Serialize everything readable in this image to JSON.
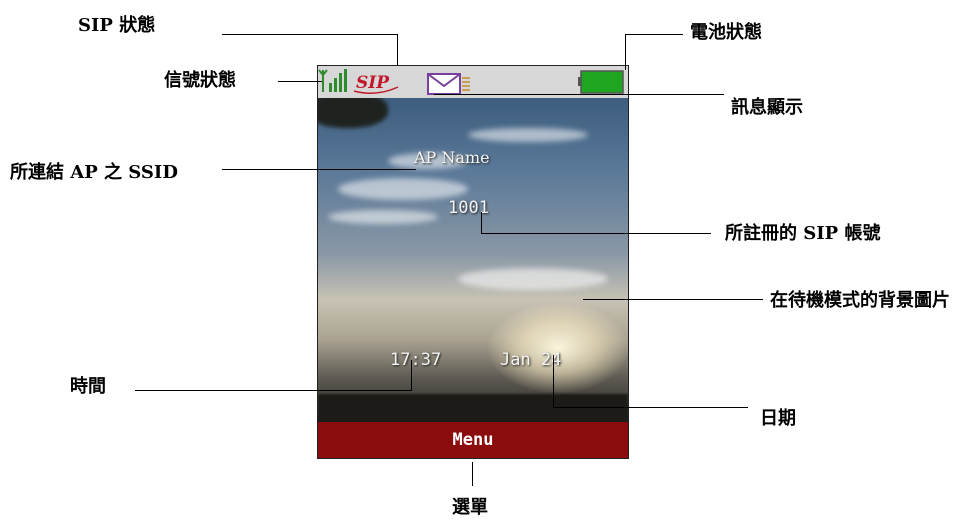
{
  "callouts": {
    "sip_status": "SIP 狀態",
    "battery_status": "電池狀態",
    "signal_status": "信號狀態",
    "message_display": "訊息顯示",
    "connected_ap_ssid": "所連結 AP 之 SSID",
    "registered_sip_account": "所註冊的 SIP 帳號",
    "idle_background": "在待機模式的背景圖片",
    "time": "時間",
    "date": "日期",
    "menu_key": "選單"
  },
  "phone": {
    "sip_icon_text": "SIP",
    "ap_name": "AP Name",
    "sip_account": "1001",
    "time": "17:37",
    "date": "Jan 24",
    "softkey_label": "Menu"
  },
  "colors": {
    "status_bar": "#d7d7d7",
    "signal": "#2e8b2e",
    "sip_logo": "#c0182a",
    "battery": "#1fa51f",
    "softkey_bar": "#8b0c0c"
  },
  "icons": [
    "signal-strength-icon",
    "sip-icon",
    "envelope-icon",
    "battery-icon"
  ]
}
